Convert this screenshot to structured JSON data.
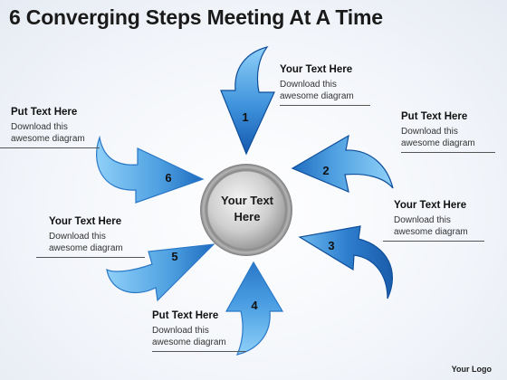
{
  "title": "6 Converging Steps Meeting At A Time",
  "center": {
    "line1": "Your Text",
    "line2": "Here"
  },
  "colors": {
    "arrow_light": "#7ec8f6",
    "arrow_dark": "#1560b8",
    "arrow_outline": "#0f4f9a",
    "hub": "#b8b8b8"
  },
  "steps": [
    {
      "number": "1",
      "heading": "Your Text Here",
      "line1": "Download this",
      "line2": "awesome diagram"
    },
    {
      "number": "2",
      "heading": "Put Text Here",
      "line1": "Download this",
      "line2": "awesome diagram"
    },
    {
      "number": "3",
      "heading": "Your Text Here",
      "line1": "Download this",
      "line2": "awesome diagram"
    },
    {
      "number": "4",
      "heading": "Put Text Here",
      "line1": "Download this",
      "line2": "awesome diagram"
    },
    {
      "number": "5",
      "heading": "Your Text Here",
      "line1": "Download this",
      "line2": "awesome diagram"
    },
    {
      "number": "6",
      "heading": "Put Text Here",
      "line1": "Download this",
      "line2": "awesome diagram"
    }
  ],
  "logo": "Your Logo"
}
